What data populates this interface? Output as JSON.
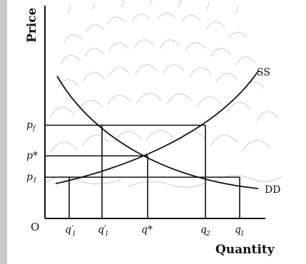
{
  "diagram": {
    "y_axis_title": "Price",
    "x_axis_title": "Quantity",
    "origin_label": "O",
    "supply_label": "SS",
    "demand_label": "DD",
    "price_labels": {
      "p_upper": {
        "base": "p",
        "sub": "f"
      },
      "p_star": {
        "base": "p*",
        "sub": ""
      },
      "p_lower": {
        "base": "p",
        "sub": "1"
      }
    },
    "quantity_labels": {
      "q1_prime": {
        "base": "q′",
        "sub": "1"
      },
      "q1_prime_b": {
        "base": "q′",
        "sub": "1"
      },
      "q_star": {
        "base": "q*",
        "sub": ""
      },
      "q2": {
        "base": "q",
        "sub": "2"
      },
      "q1": {
        "base": "q",
        "sub": "1"
      }
    }
  },
  "colors": {
    "ink": "#111111",
    "sketch": "#b9b9b9",
    "sidebar": "#c9c9c9"
  }
}
